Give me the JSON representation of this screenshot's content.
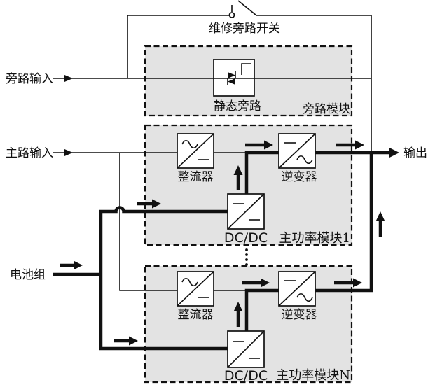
{
  "diagram": {
    "labels": {
      "maintenance_bypass_switch": "维修旁路开关",
      "bypass_input": "旁路输入",
      "main_input": "主路输入",
      "battery_pack": "电池组",
      "output": "输出",
      "static_bypass": "静态旁路",
      "bypass_module": "旁路模块",
      "module1": {
        "rectifier": "整流器",
        "inverter": "逆变器",
        "dcdc": "DC/DC",
        "module_name": "主功率模块1"
      },
      "moduleN": {
        "rectifier": "整流器",
        "inverter": "逆变器",
        "dcdc": "DC/DC",
        "module_name": "主功率模块N"
      }
    },
    "colors": {
      "line": "#111111",
      "module_fill": "#e3e3e3",
      "component_fill": "#ffffff",
      "background": "#ffffff"
    }
  }
}
